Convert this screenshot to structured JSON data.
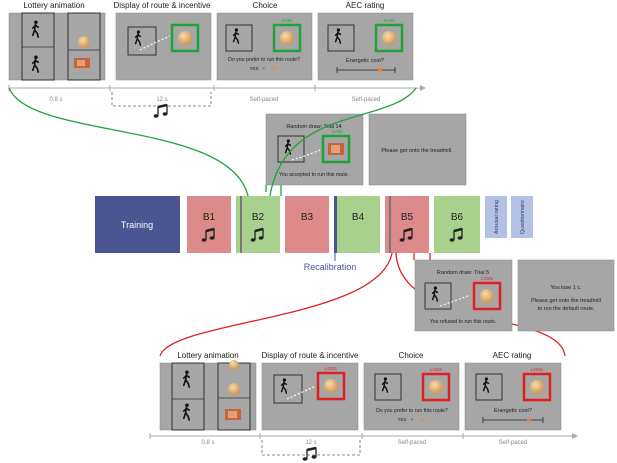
{
  "top_phases": {
    "labels": [
      "Lottery animation",
      "Display of route & incentive",
      "Choice",
      "AEC rating"
    ],
    "durations": [
      "0.8 s",
      "12 s",
      "Self-paced",
      "Self-paced"
    ],
    "gain_label": "GAIN",
    "choice_question": "Do you prefer to run this route?",
    "yes_label": "YES",
    "no_label": "NO",
    "rating_question": "Energetic cost?"
  },
  "feedback_top": {
    "title": "Random draw: Trial 14",
    "outcome": "You accepted to run this route.",
    "gain_label": "GAIN",
    "message": "Please get onto the treadmill."
  },
  "blocks": {
    "training": "Training",
    "labels": [
      "B1",
      "B2",
      "B3",
      "B4",
      "B5",
      "B6"
    ],
    "arousal": "Arousal rating",
    "questionnaire": "Questionnaire",
    "recalibration": "Recalibration"
  },
  "feedback_bottom": {
    "title": "Random draw: Trial 5",
    "outcome": "You refused to run this route.",
    "loss_label": "LOSS",
    "message_line1": "You lose 1 c.",
    "message_line2": "Please get onto the treadmill",
    "message_line3": "to run the default route."
  },
  "bottom_phases": {
    "labels": [
      "Lottery animation",
      "Display of route & incentive",
      "Choice",
      "AEC rating"
    ],
    "durations": [
      "0.8 s",
      "12 s",
      "Self-paced",
      "Self-paced"
    ],
    "loss_label": "LOSS",
    "choice_question": "Do you prefer to run this route?",
    "yes_label": "YES",
    "no_label": "NO",
    "rating_question": "Energetic cost?"
  },
  "colors": {
    "panel": "#a6a6a6",
    "training": "#4a5591",
    "red_block": "#dc8a8a",
    "green_block": "#a9d18e",
    "lavender": "#b4c0e4",
    "gain": "#1fa33a",
    "loss": "#e02020",
    "coin": "#e3b070",
    "orange": "#f08030"
  }
}
